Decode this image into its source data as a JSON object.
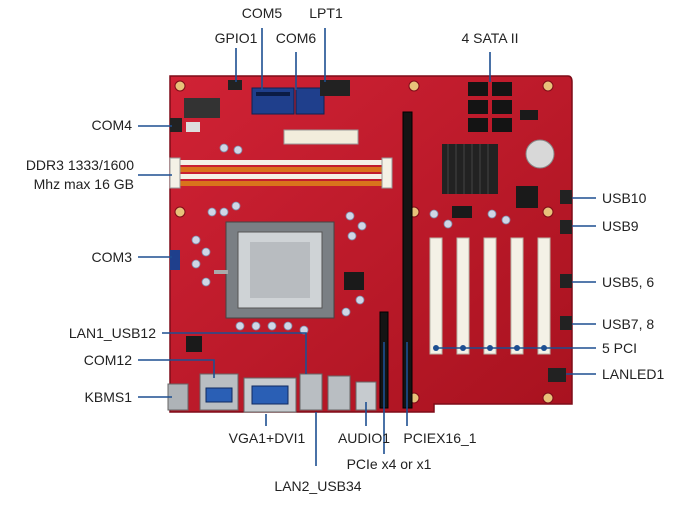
{
  "labels": {
    "com5": "COM5",
    "lpt1": "LPT1",
    "gpio1": "GPIO1",
    "com6": "COM6",
    "sata": "4 SATA II",
    "com4": "COM4",
    "ddr3_line1": "DDR3 1333/1600",
    "ddr3_line2": "Mhz max 16 GB",
    "com3": "COM3",
    "lan1_usb12": "LAN1_USB12",
    "com12": "COM12",
    "kbms1": "KBMS1",
    "usb10": "USB10",
    "usb9": "USB9",
    "usb56": "USB5, 6",
    "usb78": "USB7, 8",
    "pci5": "5 PCI",
    "lanled1": "LANLED1",
    "vga_dvi": "VGA1+DVI1",
    "audio1": "AUDIO1",
    "pciex16": "PCIEX16_1",
    "pcie_x4": "PCIe x4 or x1",
    "lan2_usb34": "LAN2_USB34"
  },
  "colors": {
    "board": "#c41a2b",
    "board_dark": "#8f0f1c",
    "leader": "#1d4f91",
    "slot_white": "#f4f1e6",
    "dimm_orange": "#d9731c",
    "socket_gray": "#cfd3d6",
    "vga_blue": "#2a5fb5"
  }
}
